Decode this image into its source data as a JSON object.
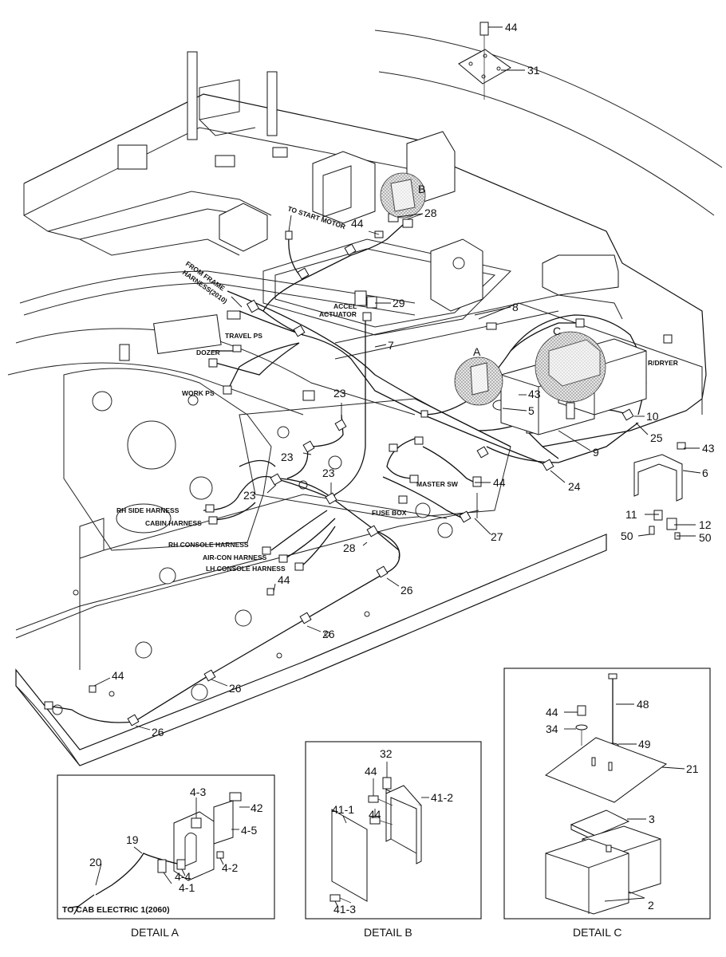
{
  "callouts": {
    "c44a": "44",
    "c31": "31",
    "c28a": "28",
    "cB": "B",
    "c44b": "44",
    "c29": "29",
    "c8": "8",
    "c7": "7",
    "cC": "C",
    "cA": "A",
    "c43a": "43",
    "c5": "5",
    "c10": "10",
    "c25": "25",
    "c9": "9",
    "c23a": "23",
    "c23b": "23",
    "c23c": "23",
    "c23d": "23",
    "c44c": "44",
    "c24": "24",
    "c43b": "43",
    "c6": "6",
    "c11": "11",
    "c12": "12",
    "c50a": "50",
    "c50b": "50",
    "c27": "27",
    "c28b": "28",
    "c26a": "26",
    "c44d": "44",
    "c26b": "26",
    "c26c": "26",
    "c44e": "44",
    "c26d": "26"
  },
  "labels": {
    "to_start_motor": "TO START MOTOR",
    "from_frame_1": "FROM FRAME",
    "from_frame_2": "HARNESS(2010)",
    "accel_1": "ACCEL",
    "accel_2": "ACTUATOR",
    "travel_ps": "TRAVEL PS",
    "dozer": "DOZER",
    "work_ps": "WORK PS",
    "r_dryer": "R/DRYER",
    "master_sw": "MASTER SW",
    "fuse_box": "FUSE BOX",
    "rh_side_harness": "RH SIDE HARNESS",
    "cabin_harness": "CABIN HARNESS",
    "rh_console_harness": "RH CONSOLE HARNESS",
    "air_con_harness": "AIR-CON HARNESS",
    "lh_console_harness": "LH CONSOLE HARNESS"
  },
  "detail_a": {
    "caption": "DETAIL A",
    "note": "TO CAB ELECTRIC 1(2060)",
    "c4_3": "4-3",
    "c42": "42",
    "c4_5": "4-5",
    "c19": "19",
    "c20": "20",
    "c4_2": "4-2",
    "c4_4": "4-4",
    "c4_1": "4-1"
  },
  "detail_b": {
    "caption": "DETAIL B",
    "c32": "32",
    "c44a": "44",
    "c41_1": "41-1",
    "c41_2": "41-2",
    "c44b": "44",
    "c41_3": "41-3"
  },
  "detail_c": {
    "caption": "DETAIL C",
    "c48": "48",
    "c44": "44",
    "c34": "34",
    "c49": "49",
    "c21": "21",
    "c3": "3",
    "c2": "2"
  }
}
